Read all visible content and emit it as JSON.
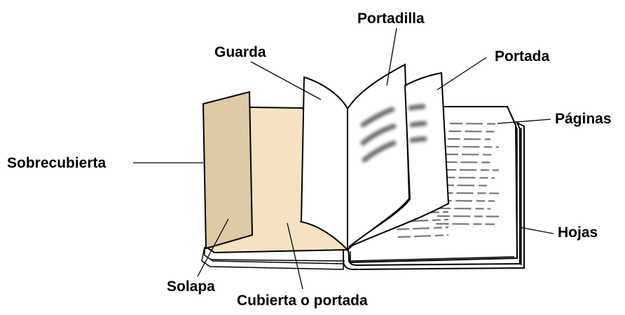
{
  "labels": {
    "portadilla": "Portadilla",
    "guarda": "Guarda",
    "portada": "Portada",
    "paginas": "Páginas",
    "sobrecubierta": "Sobrecubierta",
    "hojas": "Hojas",
    "solapa": "Solapa",
    "cubierta": "Cubierta o portada"
  },
  "colors": {
    "solapa_fill": "#dfcaa7",
    "cover_fill": "#f6e2c3",
    "outline": "#000000",
    "text_lines": "#777777",
    "pages_fill": "#ffffff",
    "blur_strokes": "#6b6b6b"
  }
}
